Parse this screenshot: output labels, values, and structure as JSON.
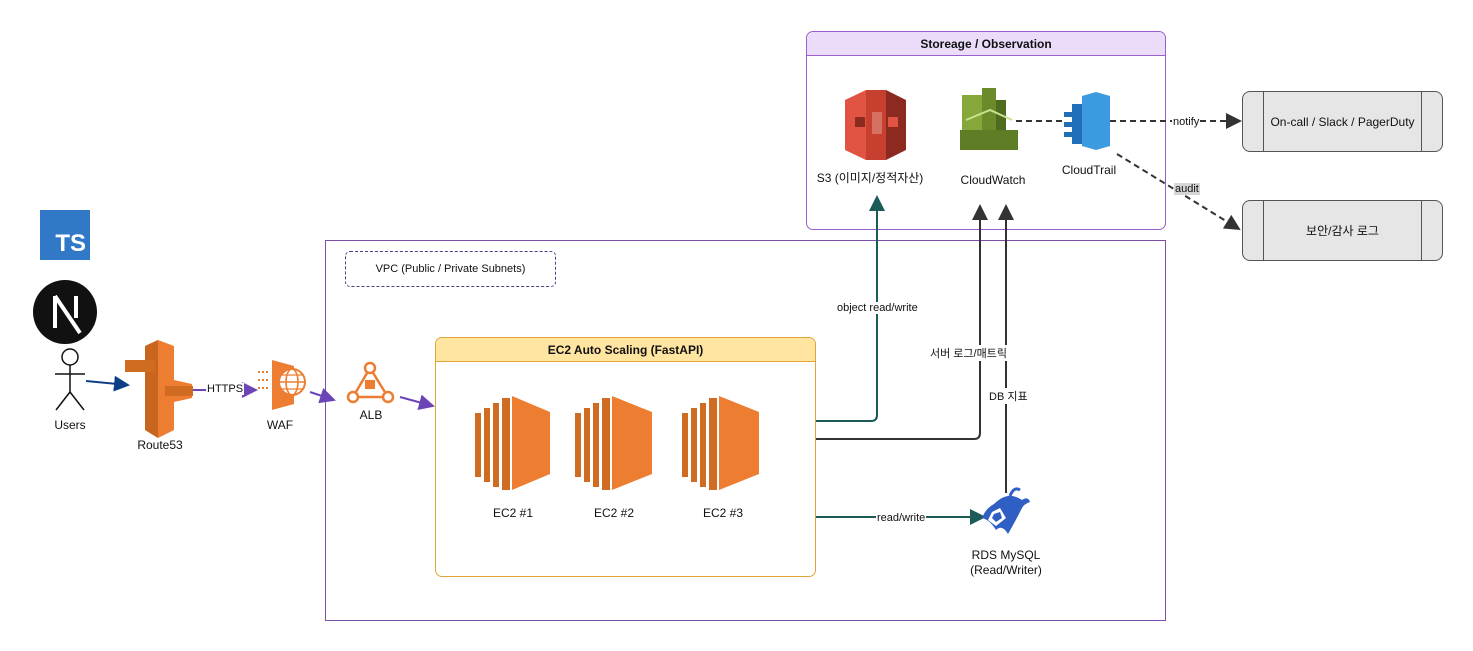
{
  "logos": {
    "ts": "TS"
  },
  "nodes": {
    "users": "Users",
    "route53": "Route53",
    "waf": "WAF",
    "alb": "ALB",
    "ec2_1": "EC2 #1",
    "ec2_2": "EC2 #2",
    "ec2_3": "EC2 #3",
    "s3": "S3 (이미지/정적자산)",
    "cloudwatch": "CloudWatch",
    "cloudtrail": "CloudTrail",
    "rds_line1": "RDS MySQL",
    "rds_line2": "(Read/Writer)",
    "oncall": "On-call / Slack / PagerDuty",
    "security_log": "보안/감사 로그"
  },
  "groups": {
    "storage": "Storeage / Observation",
    "vpc": "VPC (Public / Private Subnets)",
    "asg": "EC2 Auto Scaling (FastAPI)"
  },
  "edges": {
    "https": "HTTPS",
    "object_rw": "object read/write",
    "server_logs": "서버 로그/매트릭",
    "db_metrics": "DB 지표",
    "read_write": "read/write",
    "notify": "notify",
    "audit": "audit"
  },
  "colors": {
    "aws_orange": "#ed7d31",
    "arrow_purple": "#6c44b8",
    "arrow_teal": "#1b5c57",
    "arrow_navy": "#0d3f86",
    "storage_header": "#ebdcfa",
    "asg_header": "#ffe5a0"
  }
}
